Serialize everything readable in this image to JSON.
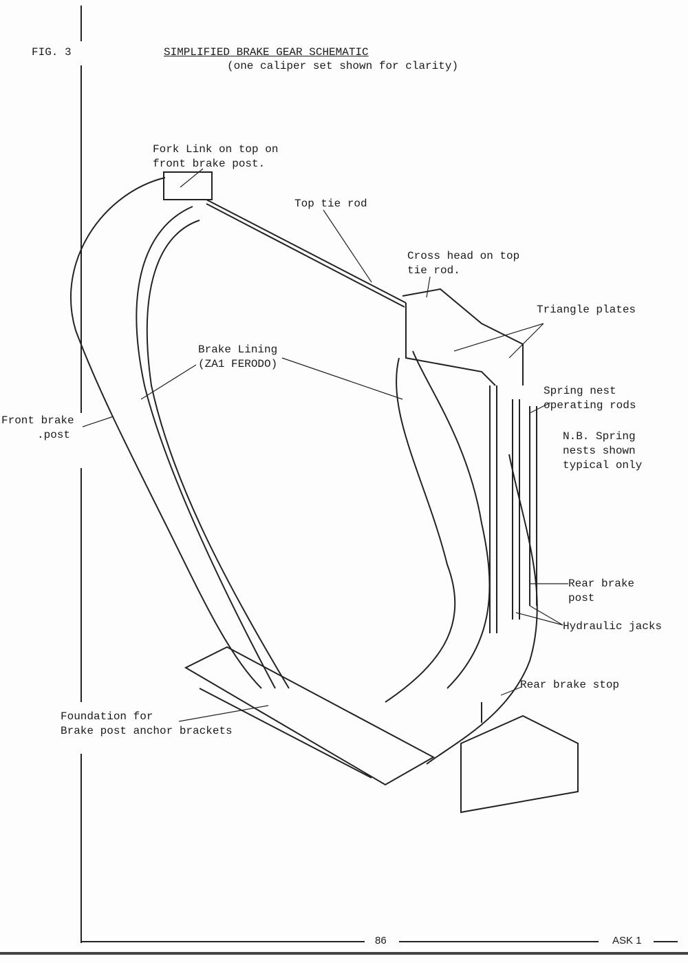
{
  "header": {
    "fig": "FIG. 3",
    "title": "SIMPLIFIED BRAKE GEAR SCHEMATIC",
    "subtitle": "(one caliper set shown for clarity)"
  },
  "labels": {
    "fork_link": [
      "Fork Link on top on",
      "front brake post."
    ],
    "top_tie_rod": "Top tie rod",
    "cross_head": [
      "Cross head on top",
      "tie rod."
    ],
    "triangle_plates": "Triangle plates",
    "brake_lining": [
      "Brake Lining",
      "(ZA1 FERODO)"
    ],
    "spring_nest": [
      "Spring nest",
      "operating rods"
    ],
    "nb": [
      "N.B. Spring",
      "nests shown",
      "typical only"
    ],
    "front_post": [
      "Front brake",
      ".post"
    ],
    "rear_post": [
      "Rear brake",
      "post"
    ],
    "hydraulic": "Hydraulic jacks",
    "rear_stop": "Rear brake stop",
    "foundation": [
      "Foundation for",
      "Brake post anchor brackets"
    ]
  },
  "footer": {
    "page": "86",
    "code": "ASK 1"
  }
}
